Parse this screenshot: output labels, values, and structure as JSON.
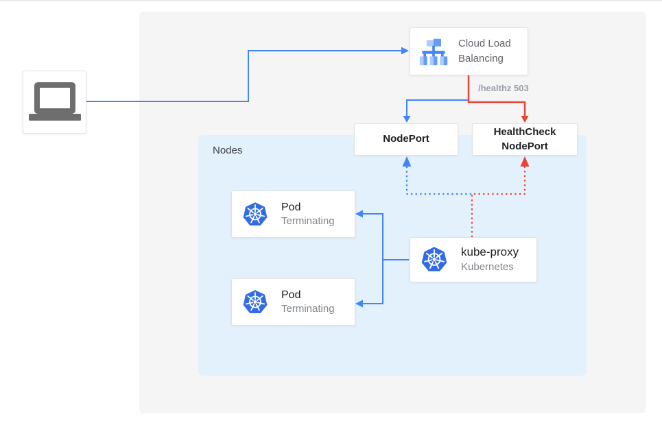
{
  "diagram": {
    "title_implied": "Kubernetes NodePort health-check flow",
    "group": {
      "label": "Nodes"
    },
    "client": {
      "icon": "laptop-icon"
    },
    "cloud_load_balancing": {
      "label": "Cloud Load Balancing",
      "icon": "load-balancer-icon"
    },
    "healthz": {
      "label": "/healthz 503"
    },
    "nodeport": {
      "label": "NodePort"
    },
    "healthcheck_nodeport": {
      "label": "HealthCheck NodePort"
    },
    "pod1": {
      "title": "Pod",
      "subtitle": "Terminating",
      "icon": "kubernetes-icon"
    },
    "pod2": {
      "title": "Pod",
      "subtitle": "Terminating",
      "icon": "kubernetes-icon"
    },
    "kube_proxy": {
      "title": "kube-proxy",
      "subtitle": "Kubernetes",
      "icon": "kubernetes-icon"
    },
    "edges": [
      {
        "from": "client",
        "to": "cloud-load-balancing",
        "style": "solid",
        "color": "#4285f4"
      },
      {
        "from": "cloud-load-balancing",
        "to": "nodeport",
        "style": "solid",
        "color": "#4285f4"
      },
      {
        "from": "cloud-load-balancing",
        "to": "healthcheck-nodeport",
        "style": "solid",
        "color": "#ea4335",
        "label": "/healthz 503"
      },
      {
        "from": "kube-proxy",
        "to": "nodeport",
        "style": "dotted",
        "color": "#4285f4"
      },
      {
        "from": "kube-proxy",
        "to": "healthcheck-nodeport",
        "style": "dotted",
        "color": "#ea4335"
      },
      {
        "from": "kube-proxy",
        "to": "pod1",
        "style": "solid",
        "color": "#4285f4"
      },
      {
        "from": "kube-proxy",
        "to": "pod2",
        "style": "solid",
        "color": "#ea4335"
      }
    ],
    "colors": {
      "blue": "#4285f4",
      "red": "#ea4335",
      "kubernetes_blue": "#326ce5",
      "panel_bg": "#f5f5f5",
      "nodes_bg": "#e3f1fc",
      "icon_light_blue": "#aecbfa",
      "icon_mid_blue": "#669df6",
      "laptop_gray": "#6e6e6e"
    }
  }
}
